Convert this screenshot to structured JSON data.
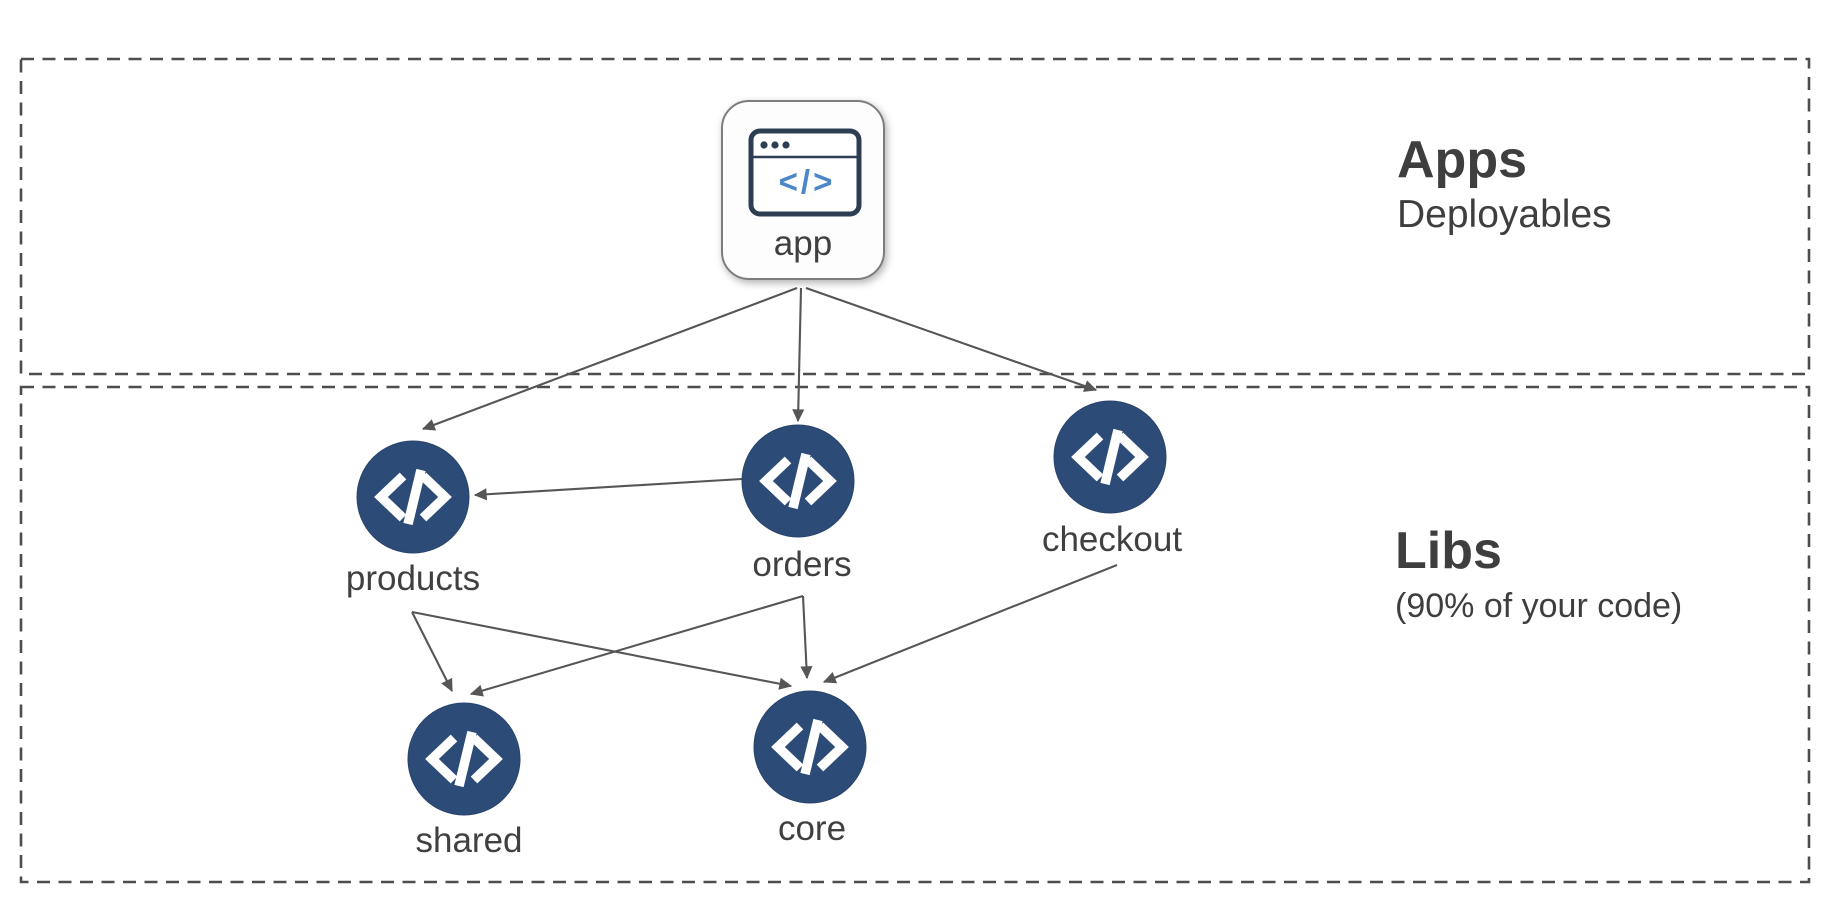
{
  "diagram": {
    "sections": {
      "apps": {
        "title": "Apps",
        "subtitle": "Deployables"
      },
      "libs": {
        "title": "Libs",
        "subtitle": "(90% of your code)"
      }
    },
    "nodes": {
      "app": {
        "label": "app",
        "kind": "application",
        "icon": "browser-window-icon"
      },
      "products": {
        "label": "products",
        "kind": "library",
        "icon": "code-icon"
      },
      "orders": {
        "label": "orders",
        "kind": "library",
        "icon": "code-icon"
      },
      "checkout": {
        "label": "checkout",
        "kind": "library",
        "icon": "code-icon"
      },
      "shared": {
        "label": "shared",
        "kind": "library",
        "icon": "code-icon"
      },
      "core": {
        "label": "core",
        "kind": "library",
        "icon": "code-icon"
      }
    },
    "edges": [
      {
        "from": "app",
        "to": "products"
      },
      {
        "from": "app",
        "to": "orders"
      },
      {
        "from": "app",
        "to": "checkout"
      },
      {
        "from": "orders",
        "to": "products"
      },
      {
        "from": "products",
        "to": "shared"
      },
      {
        "from": "products",
        "to": "core"
      },
      {
        "from": "orders",
        "to": "shared"
      },
      {
        "from": "orders",
        "to": "core"
      },
      {
        "from": "checkout",
        "to": "core"
      }
    ],
    "app_icon": {
      "code_glyph": "</>"
    },
    "colors": {
      "node_fill": "#2d4b77",
      "node_glyph": "#ffffff",
      "edge": "#565656",
      "section_border": "#4d4d4d",
      "heading_text": "#3e3e3e",
      "label_text": "#404040",
      "app_icon_stroke": "#2e3e52",
      "app_icon_code": "#4c87c9",
      "app_box_border": "#7d7d7d",
      "app_box_fill": "#fdfdfd",
      "background": "#ffffff"
    }
  }
}
